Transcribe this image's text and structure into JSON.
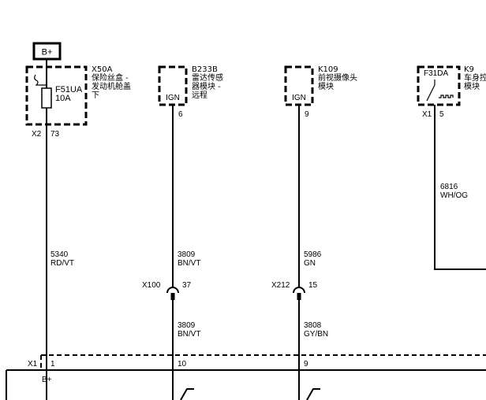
{
  "power": {
    "label": "B+"
  },
  "components": {
    "x50a": {
      "id": "X50A",
      "desc1": "保险丝盒 -",
      "desc2": "发动机舱盖",
      "desc3": "下",
      "fuse": "F51UA",
      "rating": "10A",
      "conn": "X2",
      "pin": "73"
    },
    "b233b": {
      "id": "B233B",
      "desc1": "雷达传感",
      "desc2": "器模块 -",
      "desc3": "远程",
      "ign": "IGN",
      "pin": "6"
    },
    "k109": {
      "id": "K109",
      "desc1": "前视摄像头",
      "desc2": "模块",
      "ign": "IGN",
      "pin": "9"
    },
    "k9": {
      "id": "K9",
      "desc1": "车身控",
      "desc2": "模块",
      "part": "F31DA",
      "conn": "X1",
      "pin": "5"
    }
  },
  "wires": {
    "w5340": {
      "num": "5340",
      "color": "RD/VT"
    },
    "w3809a": {
      "num": "3809",
      "color": "BN/VT"
    },
    "w3809b": {
      "num": "3809",
      "color": "BN/VT"
    },
    "w5986": {
      "num": "5986",
      "color": "GN"
    },
    "w3808": {
      "num": "3808",
      "color": "GY/BN"
    },
    "w6816": {
      "num": "6816",
      "color": "WH/OG"
    }
  },
  "inline": {
    "x100": {
      "id": "X100",
      "pin": "37"
    },
    "x212": {
      "id": "X212",
      "pin": "15"
    }
  },
  "bottom": {
    "conn": "X1",
    "pin1": "1",
    "pin10": "10",
    "pin9": "9",
    "bplus": "B+"
  }
}
